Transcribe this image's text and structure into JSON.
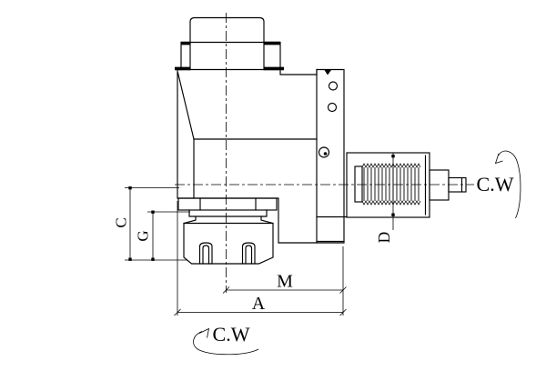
{
  "drawing": {
    "type": "technical-drawing",
    "subject": "right-angle milling head with collet chuck, side view",
    "colors": {
      "line": "#000000",
      "background": "#ffffff"
    },
    "labels": {
      "c": "C",
      "g": "G",
      "m": "M",
      "a": "A",
      "d": "D",
      "cw_spindle": "C.W",
      "cw_collet": "C.W"
    }
  }
}
